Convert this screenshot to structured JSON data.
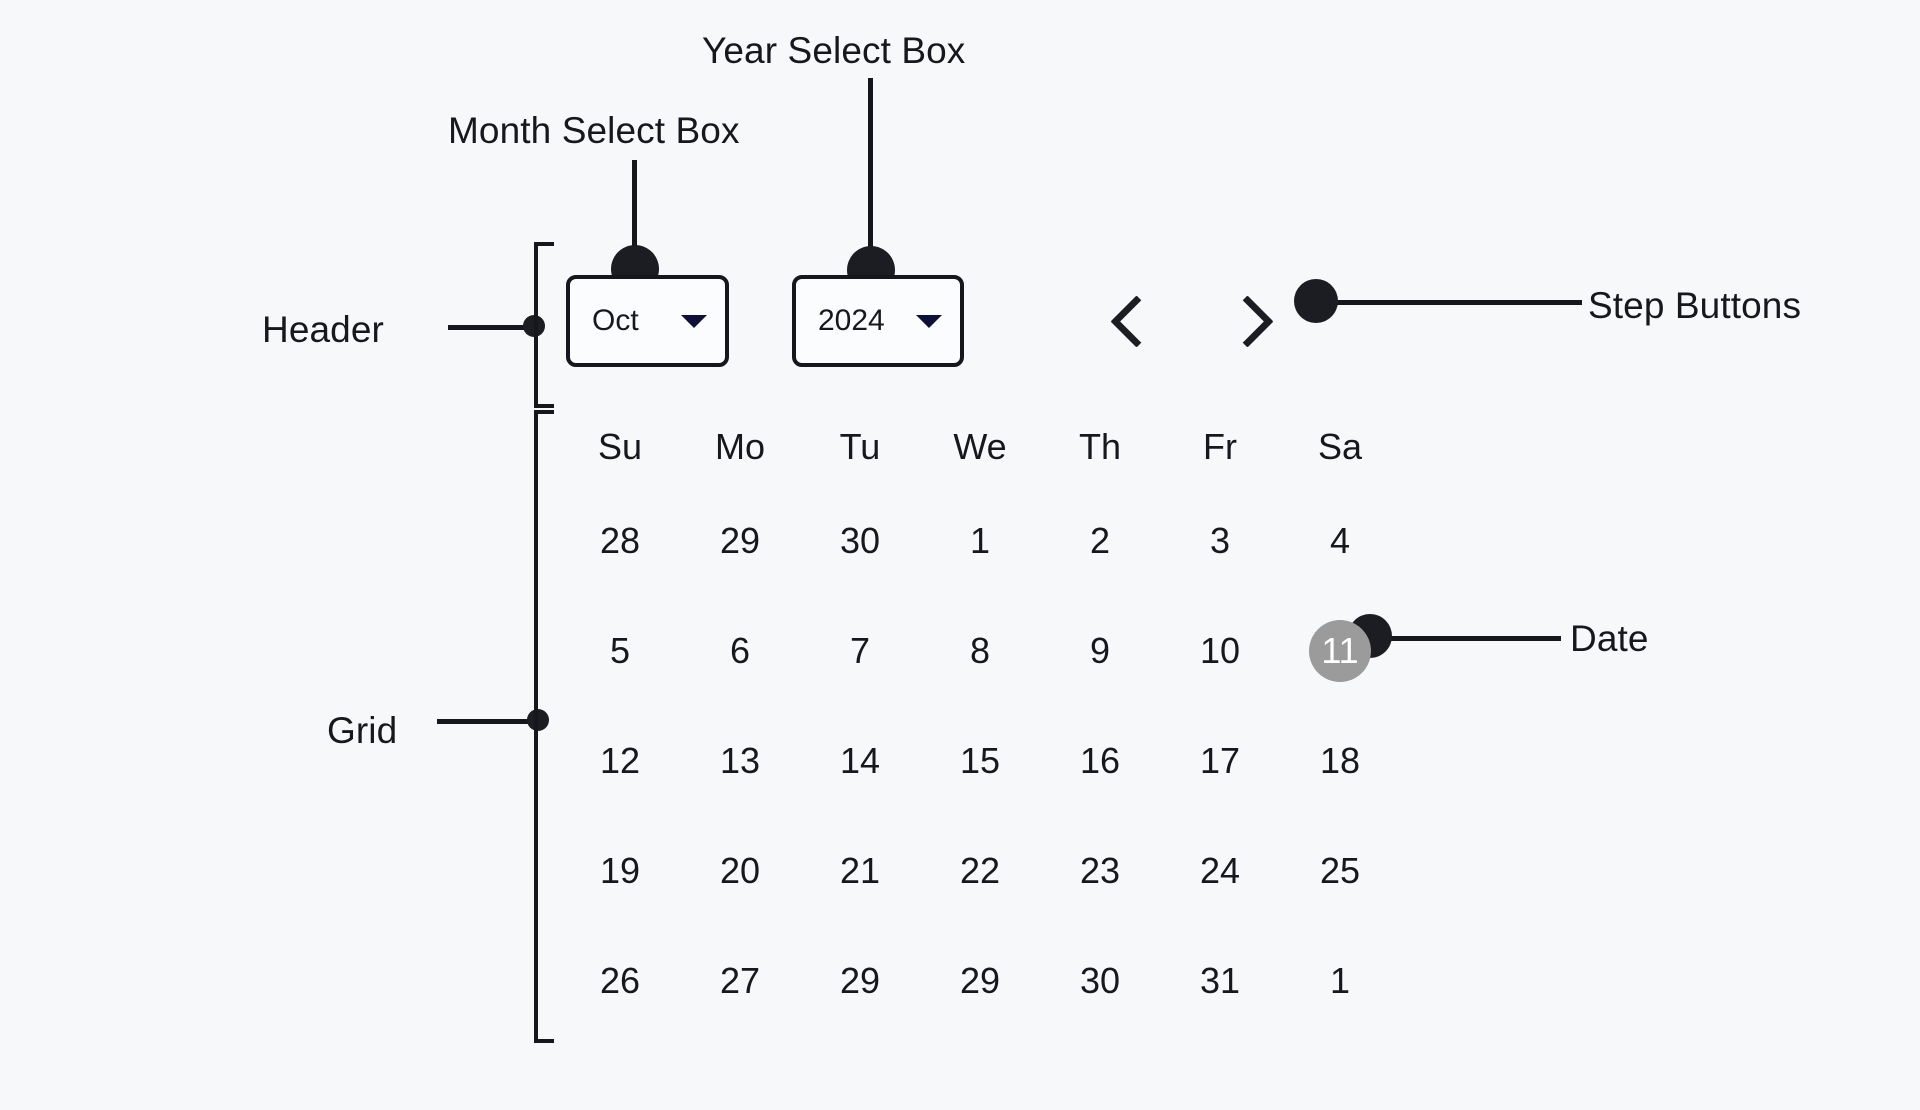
{
  "background_color": "#f7f8fa",
  "annotations": [
    {
      "key": "month_select",
      "label": "Month Select Box"
    },
    {
      "key": "year_select",
      "label": "Year Select Box"
    },
    {
      "key": "step_buttons",
      "label": "Step Buttons"
    },
    {
      "key": "date",
      "label": "Date"
    },
    {
      "key": "header",
      "label": "Header"
    },
    {
      "key": "grid",
      "label": "Grid"
    }
  ],
  "calendar": {
    "header": {
      "month_select": {
        "value": "Oct",
        "caret_icon": "chevron-down-icon"
      },
      "year_select": {
        "value": "2024",
        "caret_icon": "chevron-down-icon"
      },
      "step_buttons": {
        "previous_icon": "chevron-left-icon",
        "next_icon": "chevron-right-icon"
      }
    },
    "weekdays": [
      "Su",
      "Mo",
      "Tu",
      "We",
      "Th",
      "Fr",
      "Sa"
    ],
    "weeks": [
      [
        "28",
        "29",
        "30",
        "1",
        "2",
        "3",
        "4"
      ],
      [
        "5",
        "6",
        "7",
        "8",
        "9",
        "10",
        "11"
      ],
      [
        "12",
        "13",
        "14",
        "15",
        "16",
        "17",
        "18"
      ],
      [
        "19",
        "20",
        "21",
        "22",
        "23",
        "24",
        "25"
      ],
      [
        "26",
        "27",
        "29",
        "29",
        "30",
        "31",
        "1"
      ]
    ],
    "selected_date": "11",
    "selected_position": {
      "week": 1,
      "day": 6
    },
    "selected_bg_color": "#9b9b9b",
    "selected_text_color": "#ffffff"
  },
  "colors": {
    "ink": "#16181d",
    "line": "#15171c",
    "dot": "#1b1d22",
    "caret": "#0f1038",
    "box_fill": "#fbfcfd"
  }
}
